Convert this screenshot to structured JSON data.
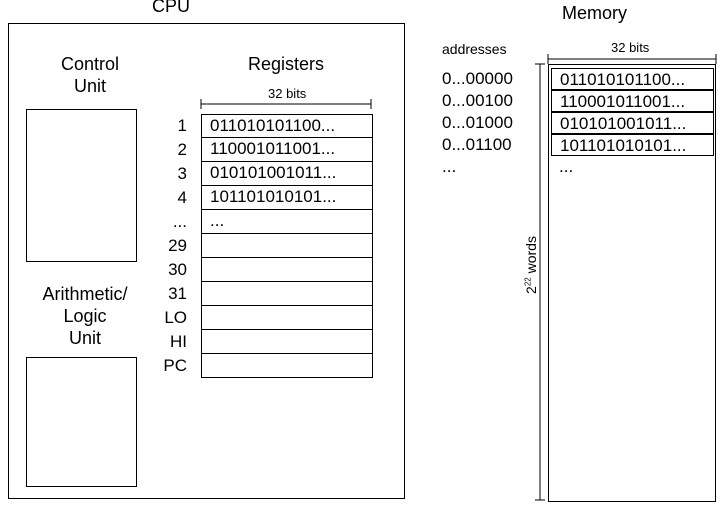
{
  "cpu": {
    "title": "CPU",
    "control_unit": [
      "Control",
      "Unit"
    ],
    "alu": [
      "Arithmetic/",
      "Logic",
      "Unit"
    ],
    "registers": {
      "title": "Registers",
      "width_label": "32 bits",
      "rows": [
        {
          "label": "1",
          "value": "011010101100..."
        },
        {
          "label": "2",
          "value": "110001011001..."
        },
        {
          "label": "3",
          "value": "010101001011..."
        },
        {
          "label": "4",
          "value": "101101010101..."
        },
        {
          "label": "...",
          "value": "..."
        },
        {
          "label": "29",
          "value": ""
        },
        {
          "label": "30",
          "value": ""
        },
        {
          "label": "31",
          "value": ""
        },
        {
          "label": "LO",
          "value": ""
        },
        {
          "label": "HI",
          "value": ""
        },
        {
          "label": "PC",
          "value": ""
        }
      ]
    }
  },
  "memory": {
    "title": "Memory",
    "addresses_label": "addresses",
    "width_label": "32 bits",
    "size_base": "2",
    "size_exp": "22",
    "size_unit": " words",
    "rows": [
      {
        "address": "0...00000",
        "value": "011010101100..."
      },
      {
        "address": "0...00100",
        "value": "110001011001..."
      },
      {
        "address": "0...01000",
        "value": "010101001011..."
      },
      {
        "address": "0...01100",
        "value": "101101010101..."
      },
      {
        "address": "...",
        "value": "..."
      }
    ]
  }
}
